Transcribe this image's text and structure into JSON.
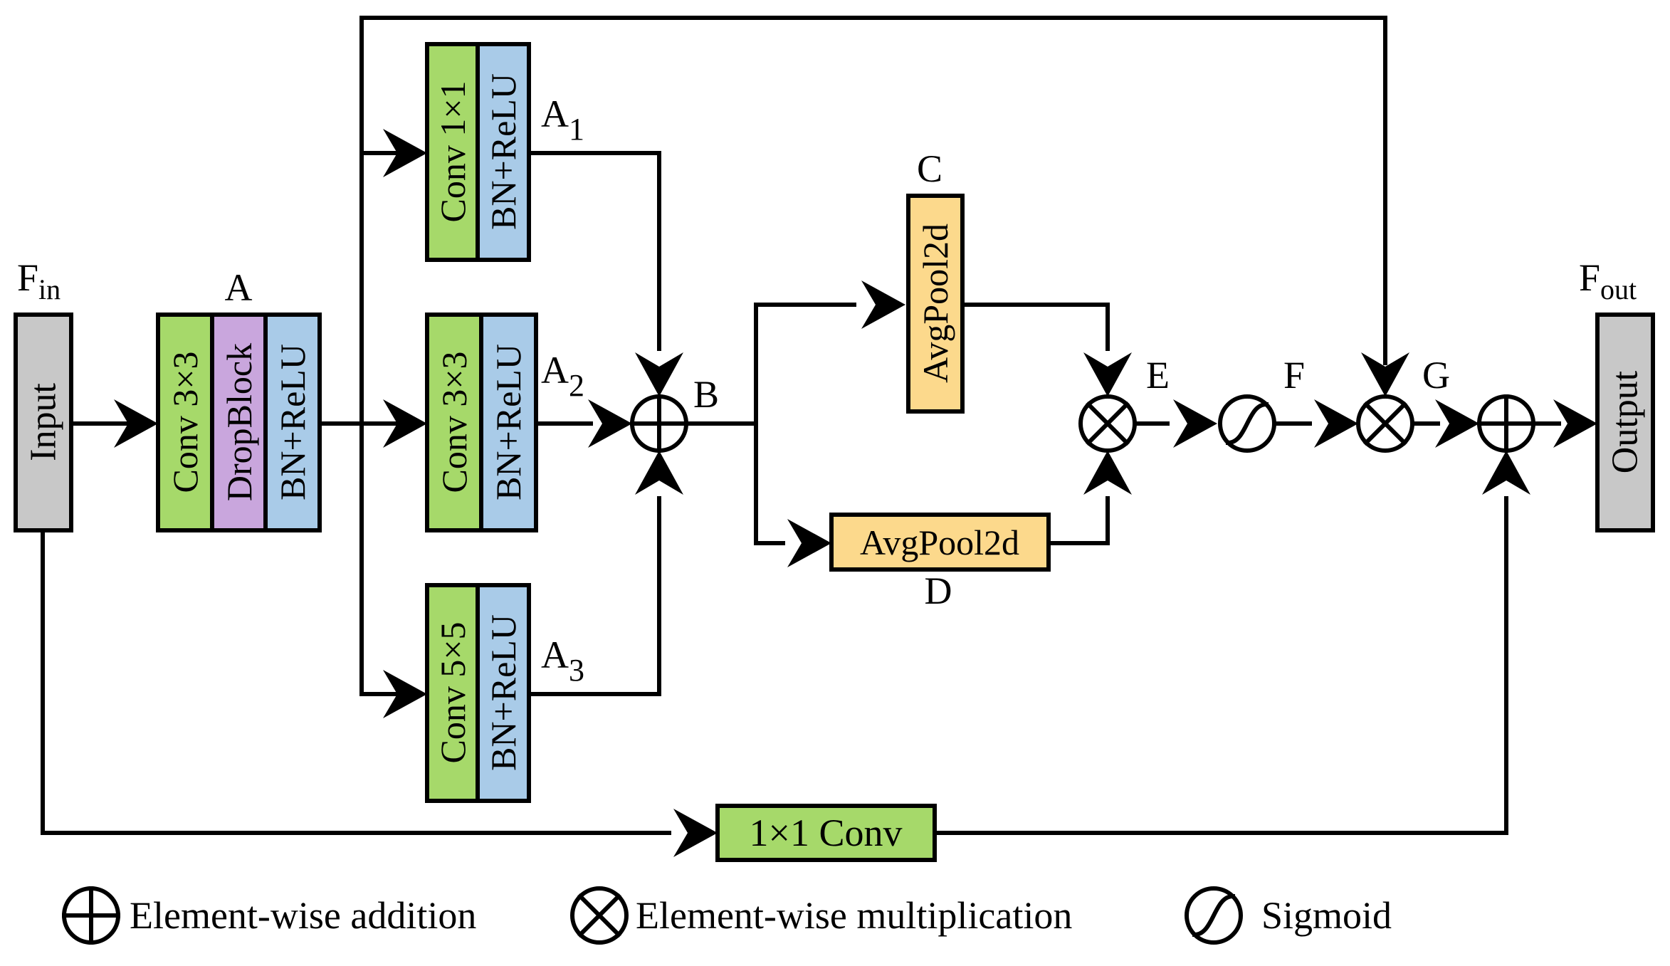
{
  "colors": {
    "conv": "#a6d96a",
    "dropblock": "#c9a6dd",
    "bn": "#a9cbe8",
    "pool": "#fcd98c",
    "io": "#c8c8c8"
  },
  "io": {
    "input_label": "Input",
    "output_label": "Output",
    "fin": "F",
    "fin_sub": "in",
    "fout": "F",
    "fout_sub": "out"
  },
  "block_a": {
    "name": "A",
    "conv": "Conv 3×3",
    "dropblock": "DropBlock",
    "bn": "BN+ReLU"
  },
  "branches": [
    {
      "name": "A",
      "sub": "1",
      "conv": "Conv 1×1",
      "bn": "BN+ReLU"
    },
    {
      "name": "A",
      "sub": "2",
      "conv": "Conv 3×3",
      "bn": "BN+ReLU"
    },
    {
      "name": "A",
      "sub": "3",
      "conv": "Conv 5×5",
      "bn": "BN+ReLU"
    }
  ],
  "pool_c": {
    "name": "C",
    "label": "AvgPool2d"
  },
  "pool_d": {
    "name": "D",
    "label": "AvgPool2d"
  },
  "node_labels": {
    "b": "B",
    "e": "E",
    "f": "F",
    "g": "G"
  },
  "shortcut_conv": "1×1 Conv",
  "legend": {
    "addition": "Element-wise addition",
    "multiplication": "Element-wise multiplication",
    "sigmoid": "Sigmoid"
  },
  "icons": {
    "addition": "circled-plus-icon",
    "multiplication": "circled-times-icon",
    "sigmoid": "sigmoid-curve-icon"
  }
}
